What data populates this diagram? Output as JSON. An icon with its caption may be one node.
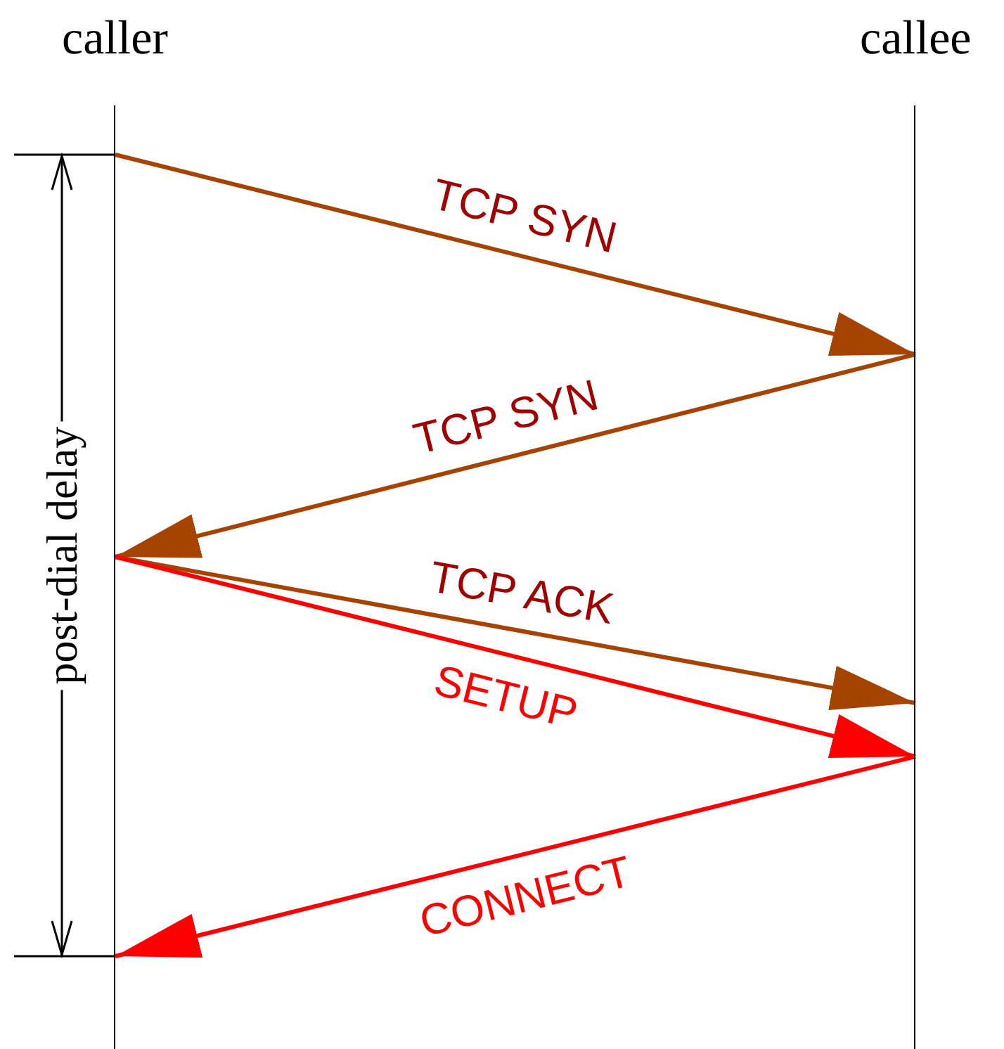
{
  "diagram": {
    "nodes": [
      {
        "text": [
          "caller"
        ]
      },
      {
        "text": [
          "callee"
        ]
      }
    ],
    "edges": [
      {
        "from": 0,
        "to": 1,
        "arrow": "to",
        "label": "TCP SYN"
      },
      {
        "from": 1,
        "to": 0,
        "arrow": "to",
        "label": "TCP SYN"
      },
      {
        "from": 0,
        "to": 1,
        "arrow": "to",
        "label": "TCP ACK"
      },
      {
        "from": 0,
        "to": 1,
        "arrow": "to",
        "label": "SETUP",
        "color": "#ff0000"
      },
      {
        "from": 1,
        "to": 0,
        "arrow": "to",
        "label": "CONNECT",
        "color": "#ff0000"
      }
    ],
    "labels": [
      "post-dial delay"
    ]
  }
}
